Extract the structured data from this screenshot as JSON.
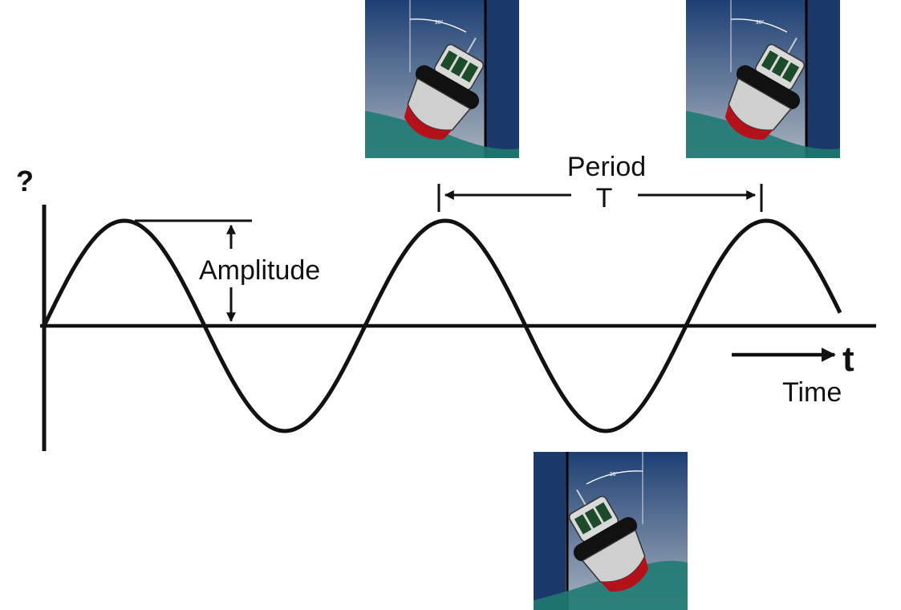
{
  "diagram": {
    "y_axis_symbol": "?",
    "amplitude_label": "Amplitude",
    "period_label": "Period",
    "period_symbol": "T",
    "time_symbol": "t",
    "time_label": "Time"
  },
  "boats": [
    {
      "angle_label": "30°",
      "roll": "starboard"
    },
    {
      "angle_label": "30°",
      "roll": "starboard"
    },
    {
      "angle_label": "30°",
      "roll": "port"
    }
  ],
  "colors": {
    "line": "#111111",
    "sky_top": "#1d3f73",
    "sky_bottom": "#a9b3bf",
    "water": "#1f7a72",
    "hull_red": "#b3121a"
  }
}
